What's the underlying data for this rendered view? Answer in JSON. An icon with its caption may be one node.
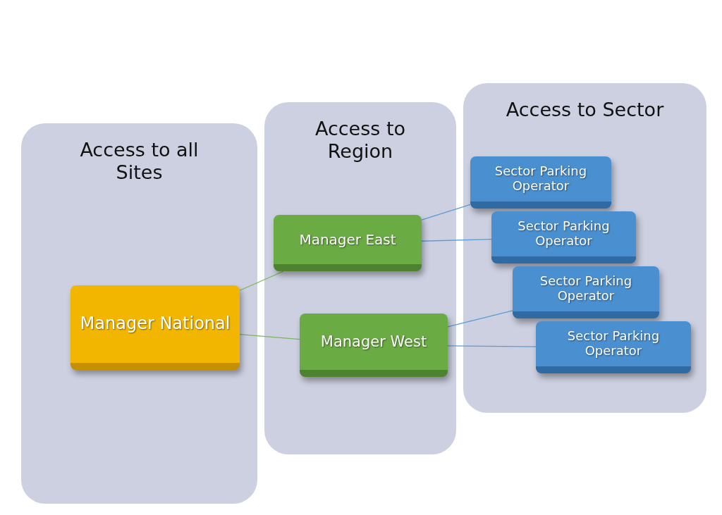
{
  "diagram": {
    "nodes": [
      {
        "text": [
          "Access to all Sites"
        ]
      },
      {
        "text": [
          "Manager National"
        ],
        "in": 0
      },
      {
        "text": [
          "Access to Region"
        ]
      },
      {
        "text": [
          "Manager East"
        ],
        "in": 2
      },
      {
        "text": [
          "Manager West"
        ],
        "in": 2
      },
      {
        "text": [
          "Access to Sector"
        ]
      },
      {
        "text": [
          "Sector Parking Operator"
        ],
        "in": 5
      },
      {
        "text": [
          "Sector Parking Operator"
        ],
        "in": 5
      },
      {
        "text": [
          "Sector Parking Operator"
        ],
        "in": 5
      },
      {
        "text": [
          "Sector Parking Operator"
        ],
        "in": 5
      }
    ],
    "edges": [
      {
        "from": 1,
        "to": 3,
        "arrow": "none",
        "color": "#7ab55c"
      },
      {
        "from": 1,
        "to": 4,
        "arrow": "none",
        "color": "#7ab55c"
      },
      {
        "from": 3,
        "to": 6,
        "arrow": "none"
      },
      {
        "from": 3,
        "to": 7,
        "arrow": "none"
      },
      {
        "from": 4,
        "to": 8,
        "arrow": "none"
      },
      {
        "from": 4,
        "to": 9,
        "arrow": "none"
      }
    ]
  }
}
